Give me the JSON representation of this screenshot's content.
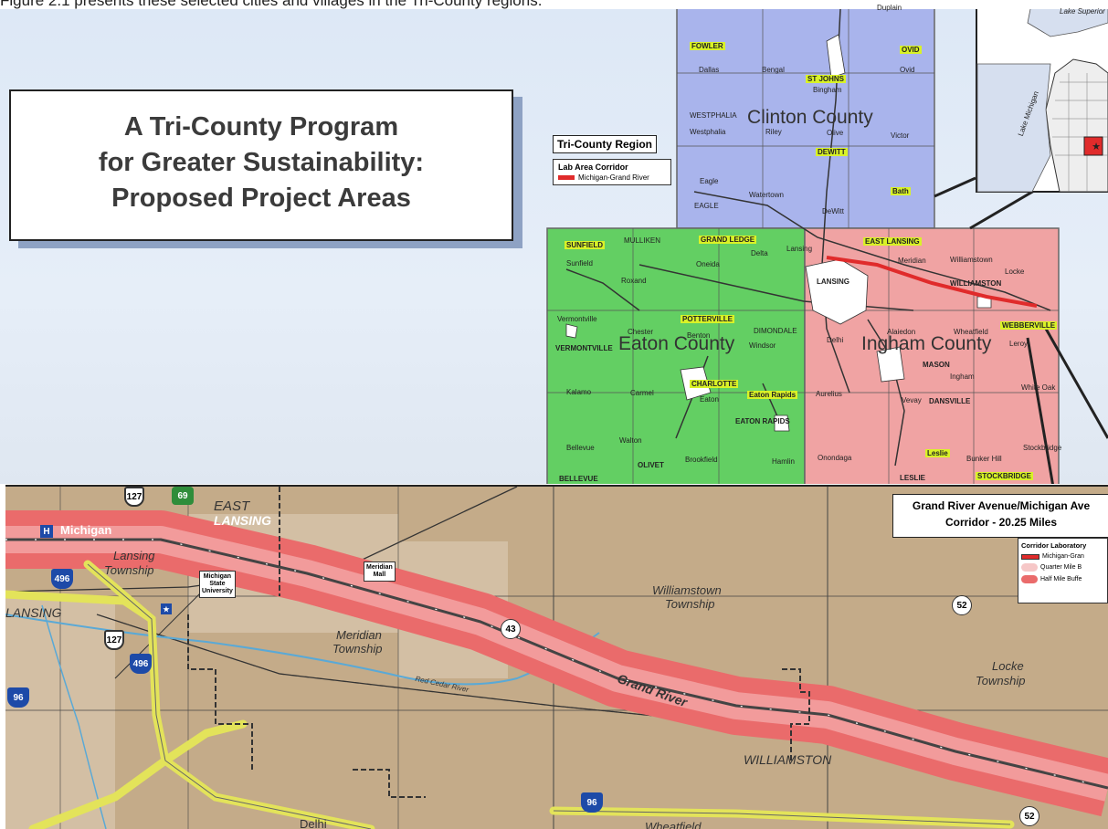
{
  "caption": "Figure 2.1 presents these selected cities and villages in the Tri-County regions.",
  "title": {
    "line1": "A Tri-County Program",
    "line2": "for Greater Sustainability:",
    "line3": "Proposed Project Areas"
  },
  "region_legend": {
    "title": "Tri-County Region",
    "heading": "Lab Area Corridor",
    "item": "Michigan-Grand River"
  },
  "counties": {
    "clinton": {
      "name": "Clinton County",
      "color": "#a9b4ec"
    },
    "eaton": {
      "name": "Eaton County",
      "color": "#63cf63"
    },
    "ingham": {
      "name": "Ingham County",
      "color": "#f0a3a3"
    }
  },
  "inset": {
    "lake": "Lake Superior",
    "lake_mi": "Lake Michigan"
  },
  "clinton_labels": [
    "Duplain",
    "FOWLER",
    "OVID",
    "Dallas",
    "Bengal",
    "Ovid",
    "ST JOHNS",
    "Bingham",
    "WESTPHALIA",
    "Westphalia",
    "Riley",
    "Olive",
    "Victor",
    "DEWITT",
    "Bath",
    "Eagle",
    "Watertown",
    "EAGLE",
    "DeWitt"
  ],
  "eaton_labels": [
    "SUNFIELD",
    "MULLIKEN",
    "GRAND LEDGE",
    "Delta",
    "Sunfield",
    "Roxand",
    "Oneida",
    "Vermontville",
    "Chester",
    "POTTERVILLE",
    "Benton",
    "DIMONDALE",
    "Windsor",
    "VERMONTVILLE",
    "Kalamo",
    "Carmel",
    "CHARLOTTE",
    "Eaton",
    "Eaton Rapids",
    "EATON RAPIDS",
    "Bellevue",
    "Walton",
    "OLIVET",
    "Brookfield",
    "Hamlin",
    "BELLEVUE"
  ],
  "ingham_labels": [
    "EAST LANSING",
    "Lansing",
    "Meridian",
    "Williamstown",
    "Locke",
    "LANSING",
    "WILLIAMSTON",
    "Alaiedon",
    "Wheatfield",
    "WEBBERVILLE",
    "Delhi",
    "Leroy",
    "MASON",
    "Ingham",
    "Aurelius",
    "Vevay",
    "DANSVILLE",
    "White Oak",
    "Onondaga",
    "Leslie",
    "Bunker Hill",
    "Stockbridge",
    "LESLIE",
    "STOCKBRIDGE"
  ],
  "callout": {
    "line1": "Grand River Avenue/Michigan Ave",
    "line2": "Corridor - 20.25 Miles"
  },
  "corridor_legend": {
    "heading": "Corridor Laboratory",
    "items": [
      "Michigan-Gran",
      "Quarter Mile B",
      "Half Mile Buffe"
    ]
  },
  "lower_map": {
    "east_lansing": [
      "EAST",
      "LANSING"
    ],
    "michigan": "Michigan",
    "lansing_twp": [
      "Lansing",
      "Township"
    ],
    "lansing": "LANSING",
    "msu": [
      "Michigan",
      "State",
      "University"
    ],
    "meridian_mall": [
      "Meridian",
      "Mall"
    ],
    "meridian_twp": [
      "Meridian",
      "Township"
    ],
    "williamstown_twp": [
      "Williamstown",
      "Township"
    ],
    "locke_twp": [
      "Locke",
      "Township"
    ],
    "grand_river": "Grand River",
    "red_cedar": "Red Cedar River",
    "williamston": "WILLIAMSTON",
    "delhi": "Delhi",
    "wheatfield": "Wheatfield",
    "route_127": "127",
    "route_69": "69",
    "route_496": "496",
    "route_96": "96",
    "route_43": "43",
    "route_52": "52"
  }
}
